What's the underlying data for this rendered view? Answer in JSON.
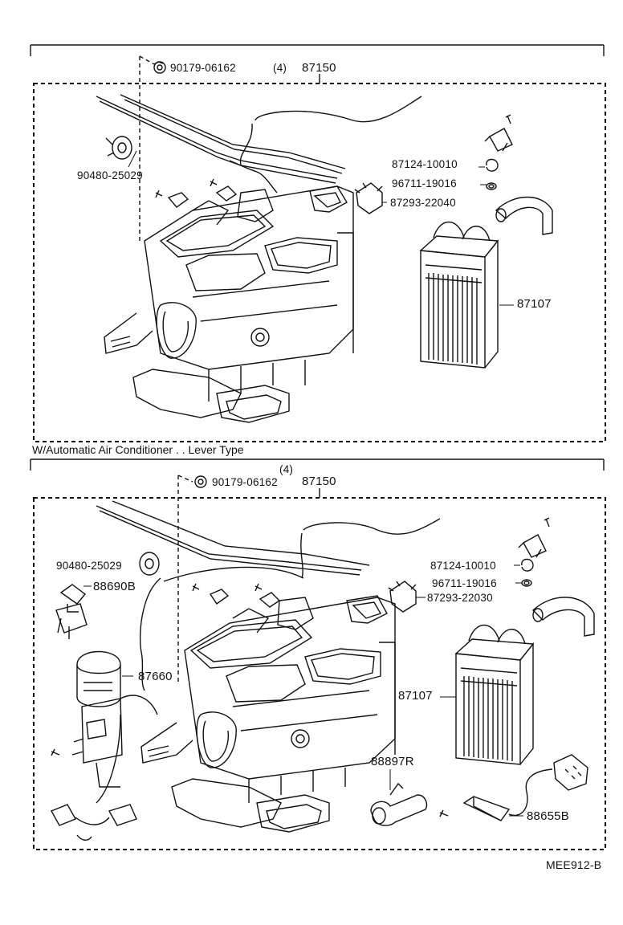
{
  "diagram": {
    "doc_code": "MEE912-B",
    "section1": {
      "main_part": "87150",
      "callouts": {
        "nut": "90179-06162",
        "nut_qty": "(4)",
        "grommet": "90480-25029",
        "clamp": "87124-10010",
        "oring": "96711-19016",
        "valve": "87293-22040",
        "core": "87107"
      }
    },
    "section2": {
      "title": "W/Automatic Air Conditioner . . Lever Type",
      "main_part": "87150",
      "callouts": {
        "nut": "90179-06162",
        "nut_qty": "(4)",
        "grommet": "90480-25029",
        "switch": "88690B",
        "servo": "87660",
        "clamp": "87124-10010",
        "oring": "96711-19016",
        "valve": "87293-22030",
        "core": "87107",
        "sensor": "88897R",
        "thermistor": "88655B"
      }
    }
  }
}
